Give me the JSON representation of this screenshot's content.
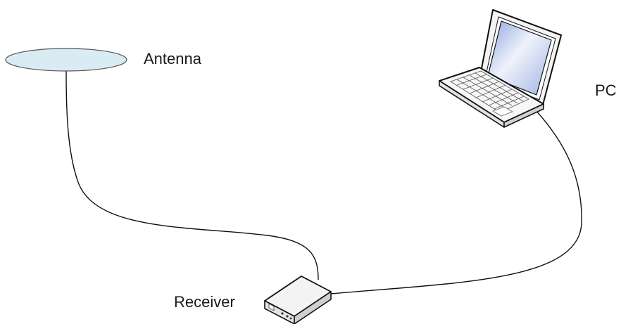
{
  "labels": {
    "antenna": "Antenna",
    "pc": "PC",
    "receiver": "Receiver"
  },
  "colors": {
    "antenna_fill": "#d9ecf3",
    "cable": "#111111",
    "screen": "#a9bde6"
  },
  "icons": [
    "antenna-icon",
    "laptop-icon",
    "receiver-icon"
  ]
}
